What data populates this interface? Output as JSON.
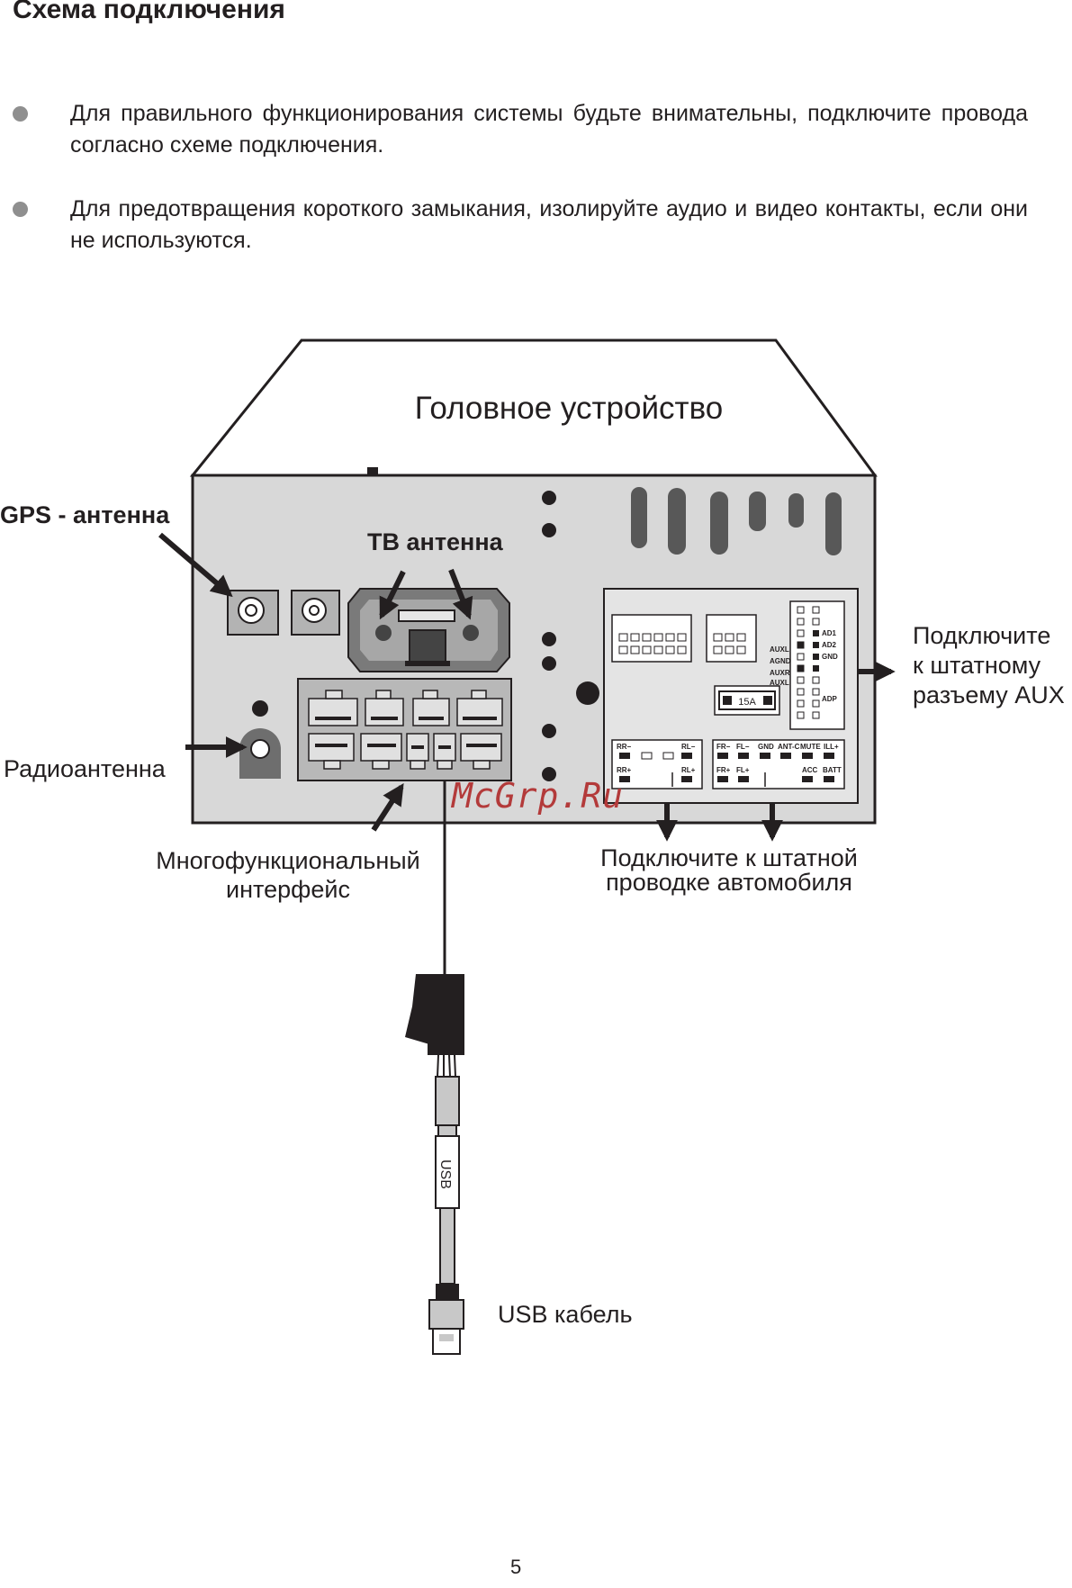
{
  "page": {
    "title": "Схема подключения",
    "bullets": [
      "Для правильного функционирования системы будьте внимательны, подключите провода согласно схеме подключения.",
      "Для предотвращения короткого замыкания, изолируйте аудио и видео контакты, если они не используются."
    ],
    "page_number": "5",
    "watermark": "McGrp.Ru"
  },
  "diagram": {
    "head_unit": "Головное устройство",
    "gps": "GPS - антенна",
    "tv": "ТВ антенна",
    "radio": "Радиоантенна",
    "multi_line1": "Многофункциональный",
    "multi_line2": "интерфейс",
    "aux_line1": "Подключите",
    "aux_line2": "к штатному",
    "aux_line3": "разъему AUX",
    "wiring_line1": "Подключите к штатной",
    "wiring_line2": "проводке автомобиля",
    "usb_cable": "USB кабель",
    "usb_text": "USB",
    "fuse": "15A",
    "side_pins": [
      "AD1",
      "AD2",
      "GND",
      "ADP"
    ],
    "aux_pins": [
      "AUXL",
      "AGND",
      "AUXR",
      "AUXL"
    ],
    "rear_top": [
      "RR−",
      "RL−"
    ],
    "rear_bottom": [
      "RR+",
      "RL+"
    ],
    "front_top": [
      "FR−",
      "FL−",
      "GND",
      "ANT-C",
      "MUTE",
      "ILL+"
    ],
    "front_bottom": [
      "FR+",
      "FL+",
      "ACC",
      "BATT"
    ]
  }
}
